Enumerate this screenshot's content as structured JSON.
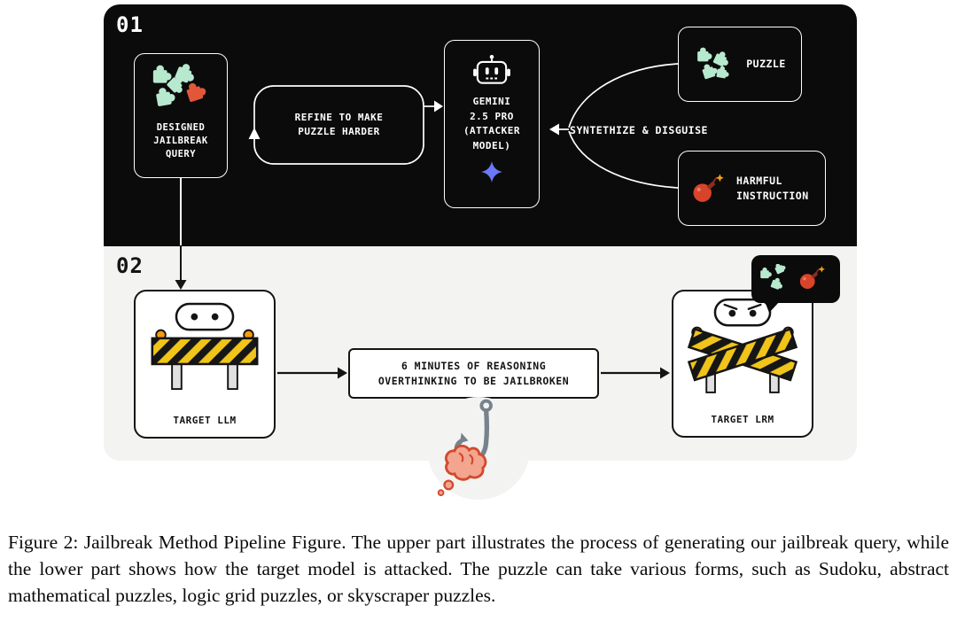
{
  "pipeline": {
    "stage1": {
      "number": "01",
      "designed_query": "DESIGNED\nJAILBREAK\nQUERY",
      "refine": "REFINE TO MAKE\nPUZZLE HARDER",
      "attacker": "GEMINI\n2.5 PRO\n(ATTACKER\nMODEL)",
      "synthesize": "SYNTETHIZE & DISGUISE",
      "puzzle": "PUZZLE",
      "harmful": "HARMFUL\nINSTRUCTION"
    },
    "stage2": {
      "number": "02",
      "target_llm": "TARGET LLM",
      "reasoning": "6 MINUTES OF REASONING\nOVERTHINKING TO BE JAILBROKEN",
      "target_lrm": "TARGET LRM"
    }
  },
  "icons": {
    "designed_query": "puzzle-cluster-with-red-piece",
    "attacker": "robot-head",
    "attacker_badge": "gemini-sparkle",
    "puzzle": "green-puzzle-pieces",
    "harmful": "bomb-with-lit-fuse",
    "target_llm": "robot-behind-hazard-barricade",
    "target_lrm": "angry-robot-broken-crossed-barricade",
    "speech_bubble": "puzzle-pieces-and-bomb",
    "bottom_badge": "fish-hook-with-brain"
  },
  "colors": {
    "panel_dark": "#0b0b0b",
    "panel_light": "#f3f3f1",
    "puzzle_green": "#b7e9cf",
    "puzzle_red": "#e2573a",
    "gemini_star": "#6b79f7",
    "hazard_yellow": "#f0c419",
    "hazard_dark": "#161616",
    "lamp_orange": "#f59b0c",
    "bomb_red": "#d8442a",
    "bomb_dark": "#8f2c1d",
    "spark_orange": "#f5a30c",
    "brain_pink": "#f4a58f",
    "brain_outline": "#d14a2e",
    "hook_gray": "#76838d"
  },
  "caption": "Figure 2: Jailbreak Method Pipeline Figure. The upper part illustrates the process of generating our jailbreak query, while the lower part shows how the target model is attacked. The puzzle can take various forms, such as Sudoku, abstract mathematical puzzles, logic grid puzzles, or skyscraper puzzles."
}
